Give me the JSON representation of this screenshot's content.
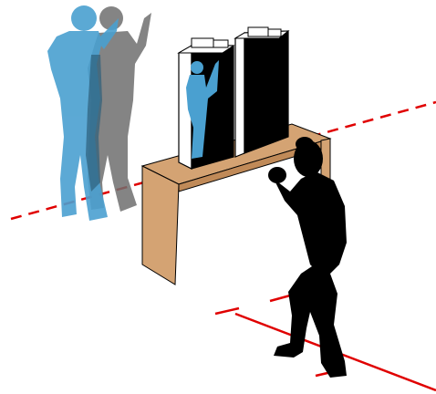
{
  "scene": {
    "description_labels": [],
    "colors": {
      "background": "#ffffff",
      "table_wood": "#d4a373",
      "table_edge": "#000000",
      "panel_face": "#000000",
      "panel_side": "#ffffff",
      "dashed_axis": "#e00000",
      "floor_lines": "#e00000",
      "ghost_figure_blue": "#4aa0d0",
      "ghost_figure_gray": "#7a7a7a",
      "figure_silhouette": "#000000",
      "reflection_blue": "#4aa0d0"
    },
    "icons": [
      "ghost-figure-blue",
      "ghost-figure-gray",
      "mirror-panel-left",
      "mirror-panel-right",
      "table",
      "boxer-silhouette",
      "mirror-plane-dashed-line",
      "floor-marker-lines"
    ]
  }
}
